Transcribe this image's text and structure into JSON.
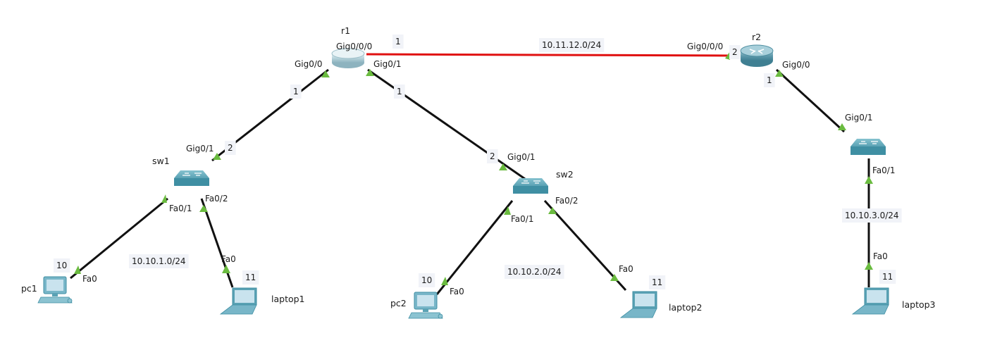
{
  "colors": {
    "link": "#111111",
    "wan_link": "#e01010",
    "port_up": "#6abb3f",
    "label_bg": "#f1f3f8",
    "device_teal": "#3f8fa3",
    "device_teal_light": "#76b7c6",
    "monitor_teal": "#78b6c8",
    "screen_blue": "#c9e3ee"
  },
  "devices": {
    "r1": {
      "name": "r1",
      "icon": "router-icon"
    },
    "r2": {
      "name": "r2",
      "icon": "router-icon"
    },
    "sw1": {
      "name": "sw1",
      "icon": "switch-icon"
    },
    "sw2": {
      "name": "sw2",
      "icon": "switch-icon"
    },
    "sw3": {
      "name": "",
      "icon": "switch-icon"
    },
    "pc1": {
      "name": "pc1",
      "icon": "pc-icon",
      "host": "10"
    },
    "pc2": {
      "name": "pc2",
      "icon": "pc-icon",
      "host": "10"
    },
    "laptop1": {
      "name": "laptop1",
      "icon": "laptop-icon",
      "host": "11"
    },
    "laptop2": {
      "name": "laptop2",
      "icon": "laptop-icon",
      "host": "11"
    },
    "laptop3": {
      "name": "laptop3",
      "icon": "laptop-icon",
      "host": "11"
    }
  },
  "links": {
    "r1_r2": {
      "network": "10.11.12.0/24",
      "r1_port": "Gig0/0/0",
      "r1_host": "1",
      "r2_port": "Gig0/0/0",
      "r2_host": "2"
    },
    "r1_sw1": {
      "r1_port": "Gig0/0",
      "r1_host": "1",
      "sw1_port": "Gig0/1",
      "sw1_host": "2"
    },
    "r1_sw2": {
      "r1_port": "Gig0/1",
      "r1_host": "1",
      "sw2_port": "Gig0/1",
      "sw2_host": "2"
    },
    "r2_sw3": {
      "r2_port": "Gig0/0",
      "r2_host": "1",
      "sw3_port": "Gig0/1"
    },
    "sw1_pc1": {
      "sw_port": "Fa0/1",
      "dev_port": "Fa0"
    },
    "sw1_laptop1": {
      "sw_port": "Fa0/2",
      "dev_port": "Fa0"
    },
    "sw2_pc2": {
      "sw_port": "Fa0/1",
      "dev_port": "Fa0"
    },
    "sw2_laptop2": {
      "sw_port": "Fa0/2",
      "dev_port": "Fa0"
    },
    "sw3_laptop3": {
      "sw_port": "Fa0/1",
      "dev_port": "Fa0"
    }
  },
  "networks": {
    "lan1": "10.10.1.0/24",
    "lan2": "10.10.2.0/24",
    "lan3": "10.10.3.0/24"
  }
}
